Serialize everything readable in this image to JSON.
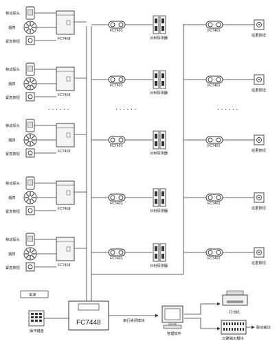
{
  "devices": {
    "motion_detector_label": "移动探头",
    "smoke_label": "烟感",
    "emergency_button_label": "紧急按钮",
    "panel_label": "FC7408",
    "relay_label": "FC7401",
    "beam_detector_label": "对射探测器",
    "patrol_button_label": "巡更按钮"
  },
  "ellipsis": "· · · · · ·",
  "bottom": {
    "power_label": "电源",
    "keyboard_label": "操作键盘",
    "host_label": "FC7448",
    "serial_module_label": "串行通讯模块",
    "software_label": "管理软件",
    "printer_label": "打印机",
    "alarm_output_label": "联动输出",
    "output_module_label": "32路输出模块"
  },
  "colors": {
    "line": "#333333",
    "device_fill": "#f4f4f4",
    "accent_gray": "#cfcfcf"
  }
}
